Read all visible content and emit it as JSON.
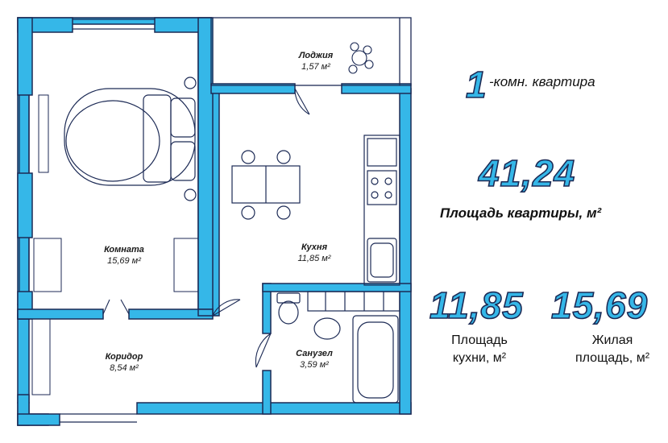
{
  "rooms": {
    "loggia": {
      "name": "Лоджия",
      "area": "1,57 м²"
    },
    "room": {
      "name": "Комната",
      "area": "15,69 м²"
    },
    "kitchen": {
      "name": "Кухня",
      "area": "11,85 м²"
    },
    "corridor": {
      "name": "Коридор",
      "area": "8,54 м²"
    },
    "bathroom": {
      "name": "Санузел",
      "area": "3,59 м²"
    }
  },
  "info": {
    "rooms_count": "1",
    "rooms_label": "-комн. квартира",
    "total_area": "41,24",
    "total_area_label": "Площадь квартиры, м²",
    "kitchen_area": "11,85",
    "kitchen_label_line1": "Площадь",
    "kitchen_label_line2": "кухни, м²",
    "living_area": "15,69",
    "living_label_line1": "Жилая",
    "living_label_line2": "площадь, м²"
  },
  "colors": {
    "wall": "#35b7e8",
    "outline": "#1c2a55",
    "accent": "#35b7e8"
  }
}
